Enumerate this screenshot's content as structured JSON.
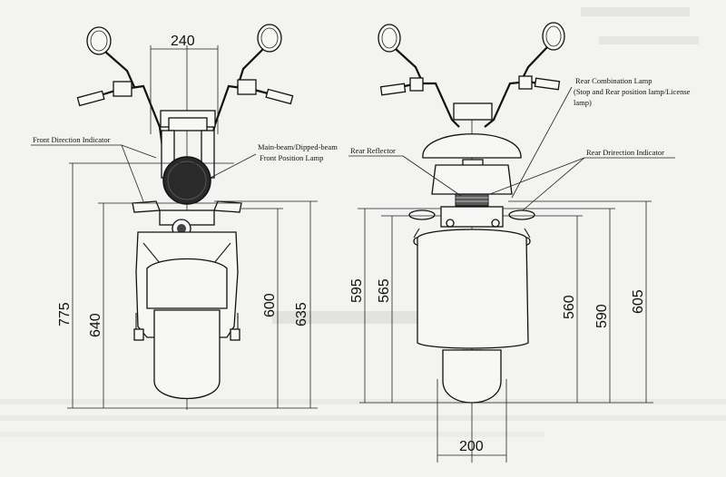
{
  "front_view": {
    "dim_top": "240",
    "dim_left_outer": "775",
    "dim_left_inner": "640",
    "dim_right_inner": "600",
    "dim_right_outer": "635",
    "label_front_indicator": "Front Direction Indicator",
    "label_main_beam_1": "Main-beam/Dipped-beam",
    "label_main_beam_2": "Front Position Lamp"
  },
  "rear_view": {
    "dim_bottom": "200",
    "dim_left_outer": "595",
    "dim_left_inner": "565",
    "dim_right_1": "560",
    "dim_right_2": "590",
    "dim_right_3": "605",
    "label_rear_combo_1": "Rear Combination Lamp",
    "label_rear_combo_2": "(Stop and Rear position lamp/License",
    "label_rear_combo_3": "lamp)",
    "label_rear_reflector": "Rear Reflector",
    "label_rear_indicator": "Rear Drirection Indicator"
  }
}
